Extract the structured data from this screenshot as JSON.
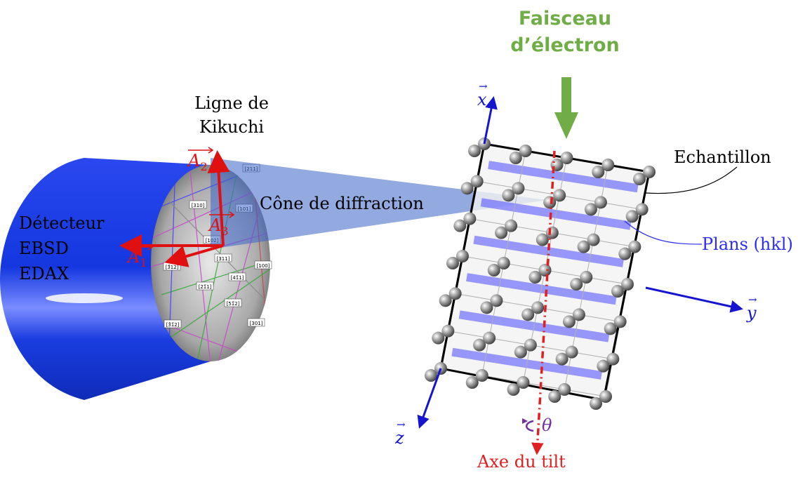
{
  "beam": {
    "line1": "Faisceau",
    "line2": "d’électron",
    "color": "#70ad47"
  },
  "kikuchi": {
    "line1": "Ligne de",
    "line2": "Kikuchi"
  },
  "detector": {
    "line1": "Détecteur",
    "line2": "EBSD",
    "line3": "EDAX"
  },
  "cone_label": "Cône de diffraction",
  "sample_label": "Echantillon",
  "planes_label": "Plans (hkl)",
  "tilt_axis_label": "Axe du tilt",
  "theta": "θ",
  "axes": {
    "x": "x",
    "y": "y",
    "z": "z",
    "arrow": "→"
  },
  "detector_vectors": [
    {
      "letter": "A",
      "sub": "1"
    },
    {
      "letter": "A",
      "sub": "2"
    },
    {
      "letter": "A",
      "sub": "3"
    }
  ],
  "pattern_indices": [
    "[211]",
    "[310]",
    "[101]",
    "[102]",
    "[311]",
    "[100]",
    "[21̄1]",
    "[41̄1]",
    "[51̄2]",
    "[301]",
    "[3̄1̄2]",
    "[3̄12]"
  ],
  "colors": {
    "cylinder": "#1a3de0",
    "planes": "#5a5aff",
    "tilt": "#e02020",
    "vectors": "#e01010",
    "axes": "#1515d0",
    "theta": "#7030a0"
  }
}
